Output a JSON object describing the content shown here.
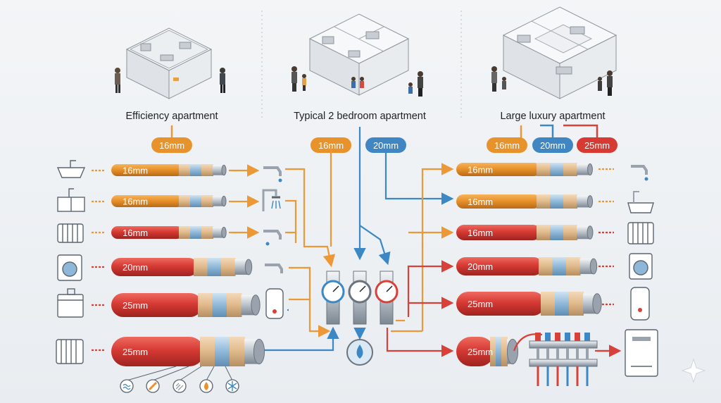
{
  "sections": [
    {
      "title": "Efficiency apartment",
      "tags": [
        "16mm"
      ]
    },
    {
      "title": "Typical 2 bedroom apartment",
      "tags": [
        "16mm",
        "20mm"
      ]
    },
    {
      "title": "Large luxury apartment",
      "tags": [
        "16mm",
        "20mm",
        "25mm"
      ]
    }
  ],
  "left_pipes": [
    "16mm",
    "16mm",
    "16mm",
    "20mm",
    "25mm",
    "25mm"
  ],
  "right_pipes": [
    "16mm",
    "16mm",
    "16mm",
    "20mm",
    "25mm",
    "25mm"
  ],
  "left_fixture_icons": [
    "sink-icon",
    "kitchen-sink-icon",
    "radiator-icon",
    "washing-machine-icon",
    "dishwasher-icon",
    "radiator-icon"
  ],
  "left_outlet_icons": [
    "faucet-icon",
    "shower-icon",
    "faucet-icon",
    "faucet-icon",
    "water-heater-icon"
  ],
  "right_outlet_icons": [
    "faucet-icon",
    "bathtub-icon",
    "radiator-icon",
    "washing-machine-icon",
    "water-heater-icon",
    "boiler-icon"
  ],
  "layer_icons": [
    "wave-icon",
    "strike-icon",
    "hatch-icon",
    "drop-icon",
    "snowflake-icon"
  ],
  "colors": {
    "orange": "#e8922b",
    "red": "#d63a33",
    "blue": "#3f86c2",
    "arrow_orange": "#ec9836",
    "arrow_red": "#d8403a",
    "arrow_blue": "#3b88c4"
  }
}
